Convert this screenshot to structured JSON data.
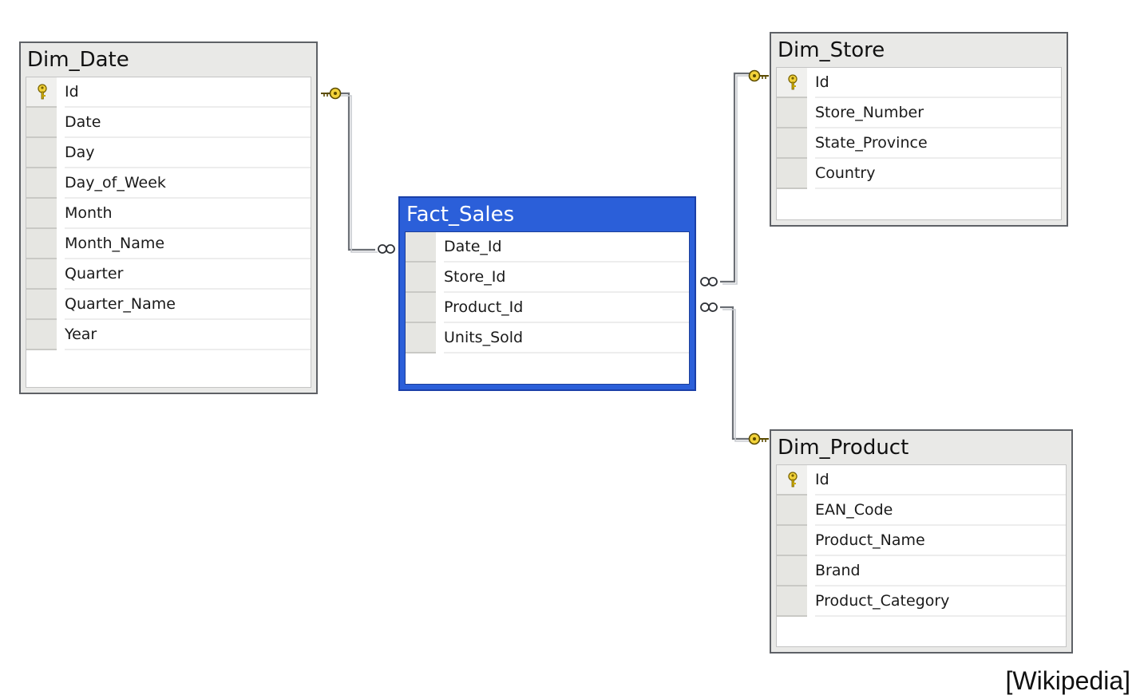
{
  "tables": {
    "dim_date": {
      "title": "Dim_Date",
      "columns": [
        "Id",
        "Date",
        "Day",
        "Day_of_Week",
        "Month",
        "Month_Name",
        "Quarter",
        "Quarter_Name",
        "Year"
      ],
      "primary_key": "Id"
    },
    "fact_sales": {
      "title": "Fact_Sales",
      "columns": [
        "Date_Id",
        "Store_Id",
        "Product_Id",
        "Units_Sold"
      ],
      "selected": true
    },
    "dim_store": {
      "title": "Dim_Store",
      "columns": [
        "Id",
        "Store_Number",
        "State_Province",
        "Country"
      ],
      "primary_key": "Id"
    },
    "dim_product": {
      "title": "Dim_Product",
      "columns": [
        "Id",
        "EAN_Code",
        "Product_Name",
        "Brand",
        "Product_Category"
      ],
      "primary_key": "Id"
    }
  },
  "relationships": [
    {
      "from": "Dim_Date.Id",
      "to": "Fact_Sales.Date_Id",
      "one_end": "key-icon",
      "many_end": "infinity-icon"
    },
    {
      "from": "Dim_Store.Id",
      "to": "Fact_Sales.Store_Id",
      "one_end": "key-icon",
      "many_end": "infinity-icon"
    },
    {
      "from": "Dim_Product.Id",
      "to": "Fact_Sales.Product_Id",
      "one_end": "key-icon",
      "many_end": "infinity-icon"
    }
  ],
  "credit": "[Wikipedia]",
  "colors": {
    "selected_header": "#2b5fd9",
    "header": "#e9e9e7",
    "border": "#5e6166",
    "key": "#e8c400"
  }
}
